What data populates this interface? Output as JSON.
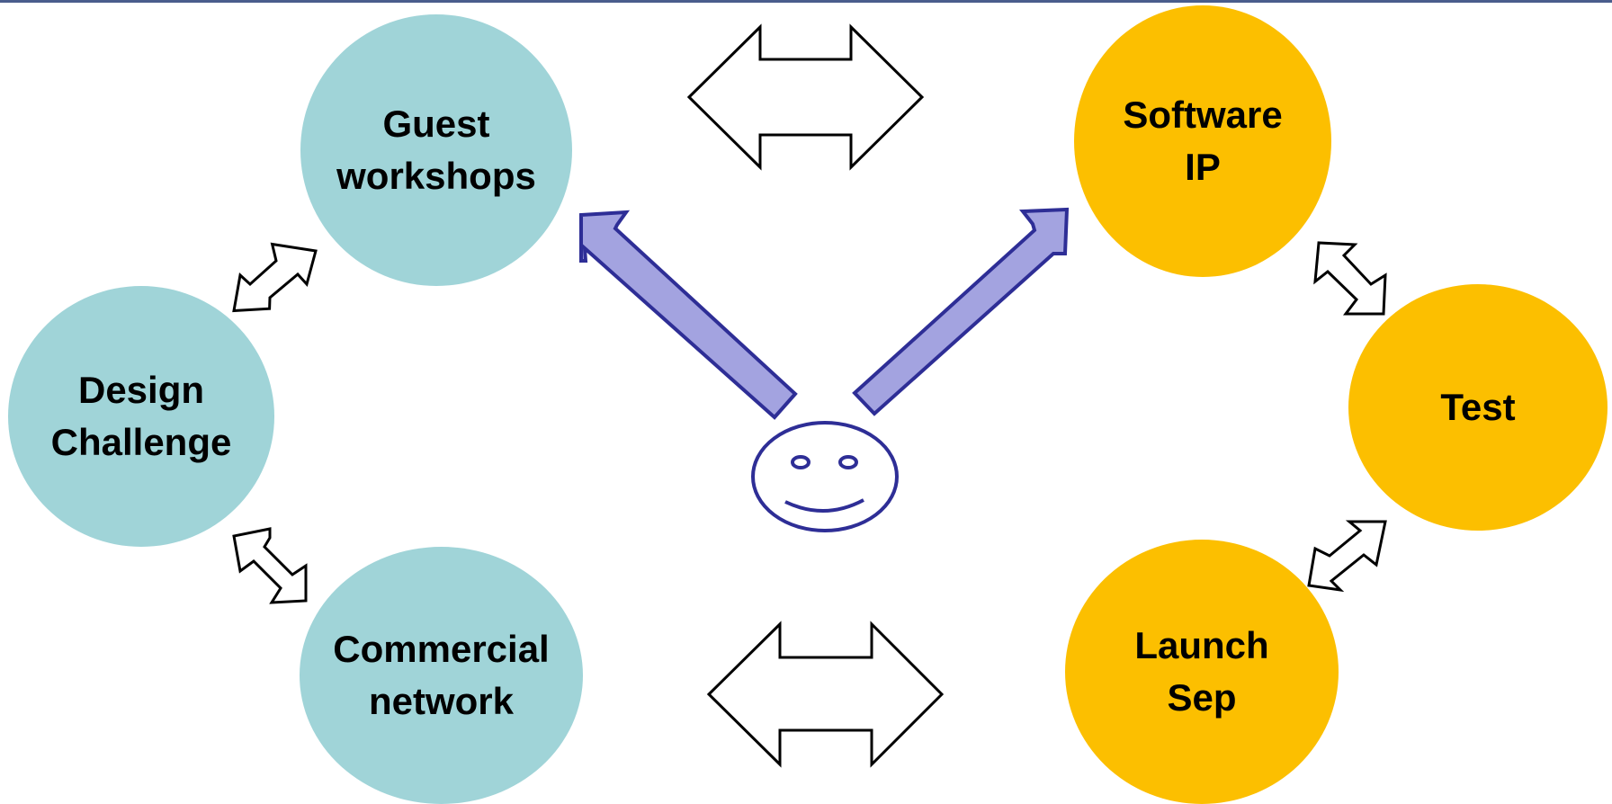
{
  "colors": {
    "top_line": "#4a5d8c",
    "teal_node": "#a0d4d8",
    "orange_node": "#fcbf00",
    "pointer_fill": "#a3a3e0",
    "pointer_stroke": "#2e2e96",
    "face_stroke": "#2e2e96"
  },
  "left_group": {
    "guest": {
      "label": "Guest\nworkshops"
    },
    "design": {
      "label": "Design\nChallenge"
    },
    "commercial": {
      "label": "Commercial\nnetwork"
    }
  },
  "right_group": {
    "software": {
      "label": "Software\nIP"
    },
    "test": {
      "label": "Test"
    },
    "launch": {
      "label": "Launch\nSep"
    }
  },
  "icons": {
    "center": "smiley-face-icon",
    "connectors": "double-headed-arrow-icon",
    "pointers": "block-arrow-icon"
  }
}
